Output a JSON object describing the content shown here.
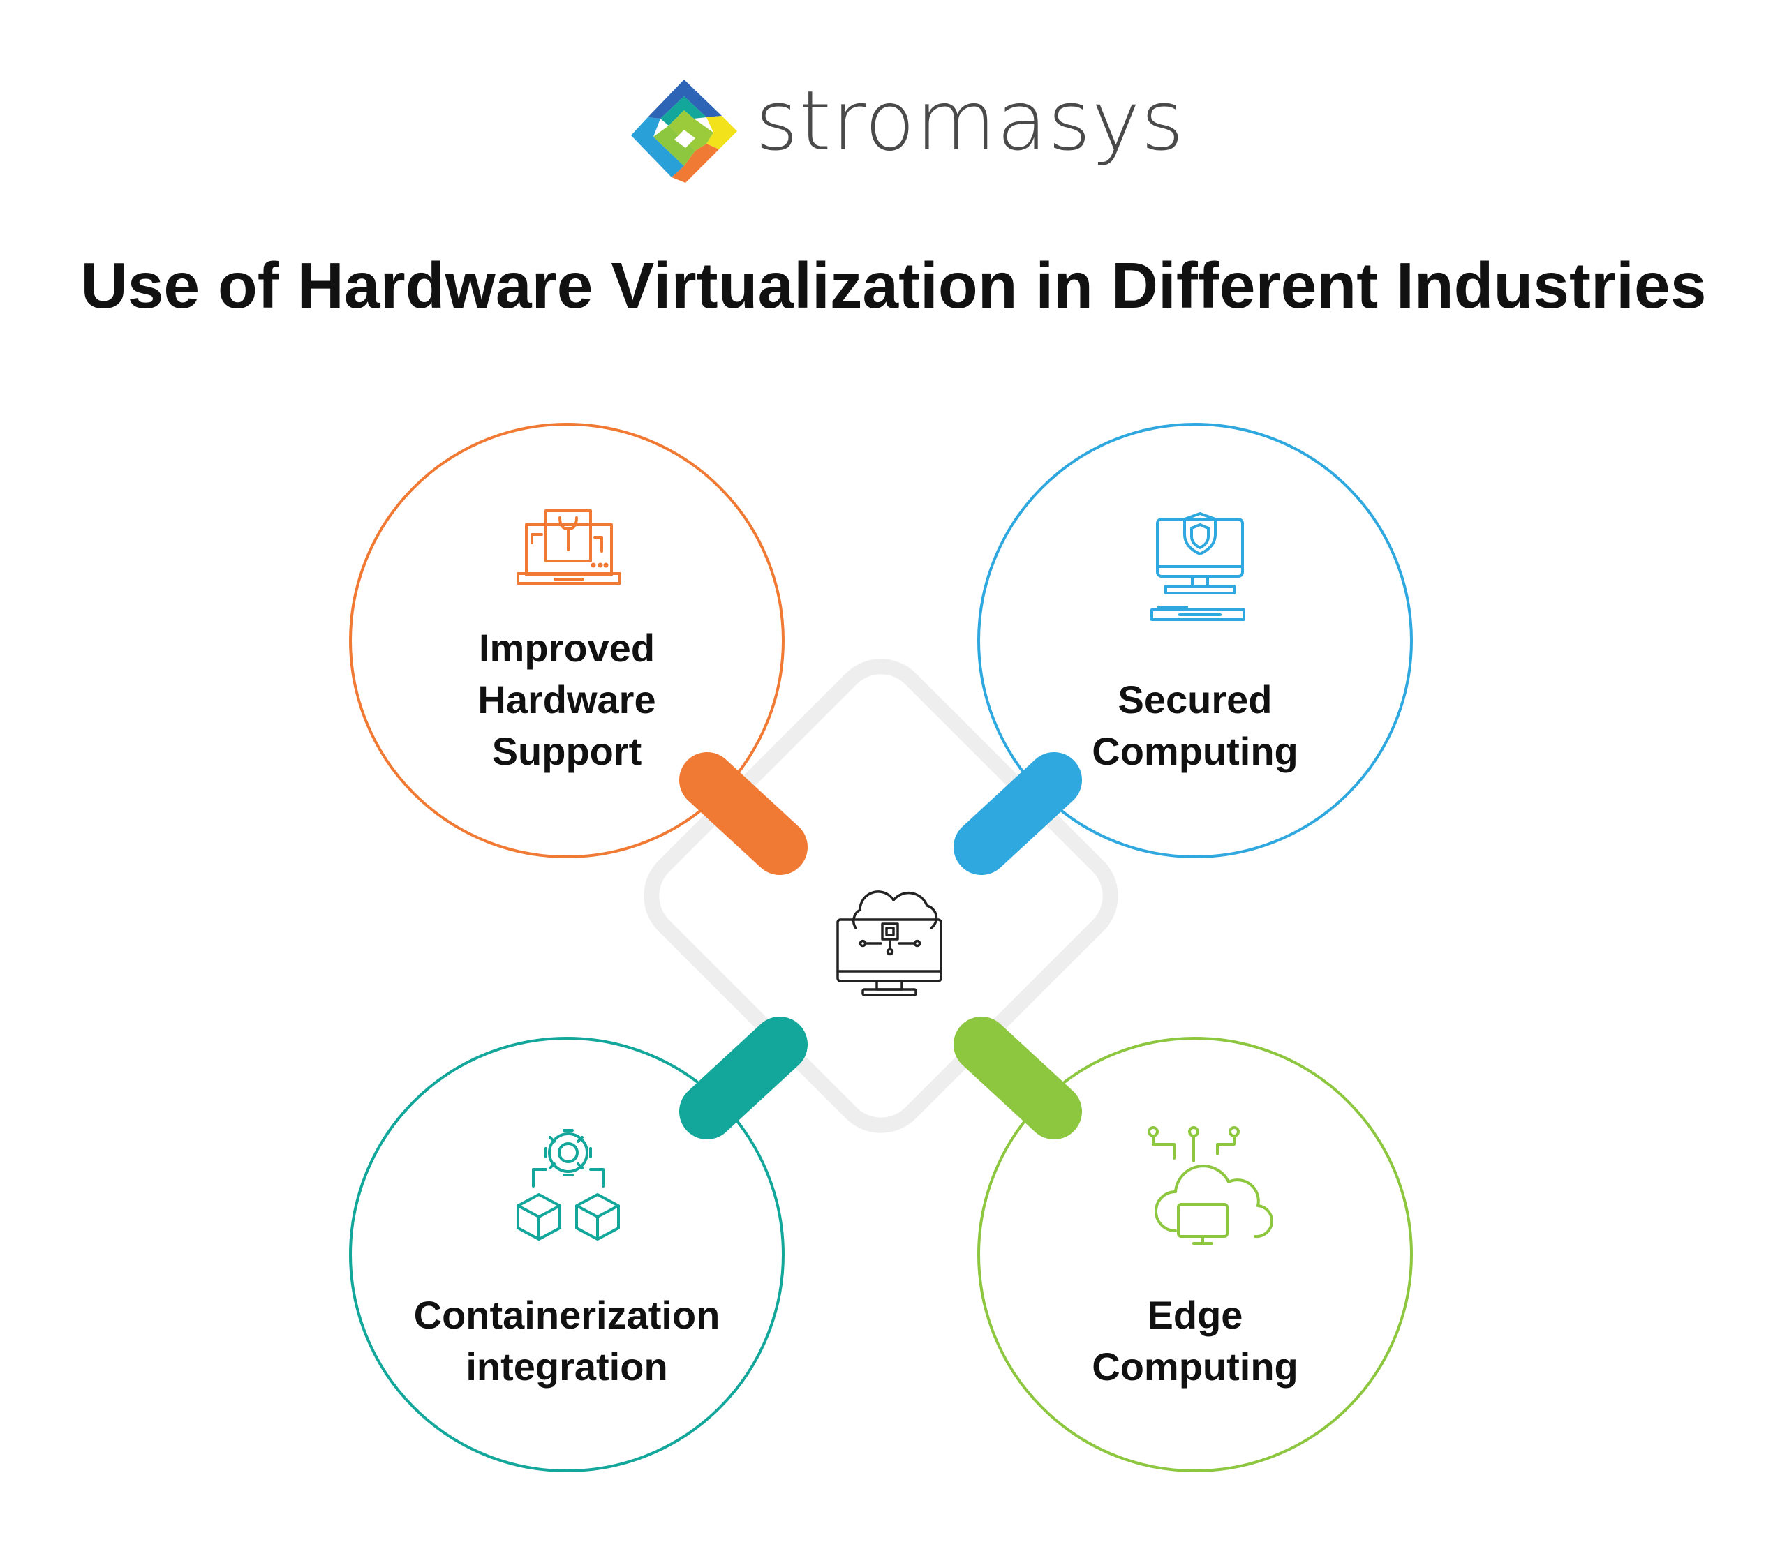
{
  "brand": {
    "name": "stromasys"
  },
  "title": "Use of Hardware Virtualization in Different Industries",
  "center": {
    "icon": "cloud-computer-chip-icon"
  },
  "items": [
    {
      "lines": [
        "Improved",
        "Hardware",
        "Support"
      ],
      "color": "#F07A34",
      "icon": "laptop-wrench-icon"
    },
    {
      "lines": [
        "Secured",
        "Computing"
      ],
      "color": "#2EA8DF",
      "icon": "shield-computer-icon"
    },
    {
      "lines": [
        "Containerization",
        "integration"
      ],
      "color": "#12A79A",
      "icon": "gear-containers-icon"
    },
    {
      "lines": [
        "Edge",
        "Computing"
      ],
      "color": "#8DC63F",
      "icon": "cloud-edge-computer-icon"
    }
  ]
}
